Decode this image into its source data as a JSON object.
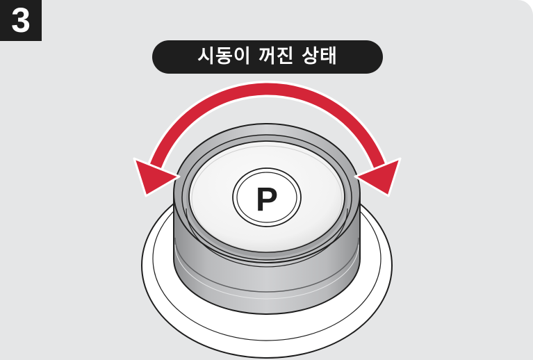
{
  "step": {
    "number": "3"
  },
  "status": {
    "label": "시동이 꺼진 상태"
  },
  "knob": {
    "gear_label": "P"
  },
  "colors": {
    "background": "#e5e6e7",
    "badge": "#1e1e1e",
    "arrow": "#d42538",
    "knob_body": "#c8c9cb",
    "knob_dark": "#9d9ea0",
    "outline": "#1e1e1e"
  }
}
